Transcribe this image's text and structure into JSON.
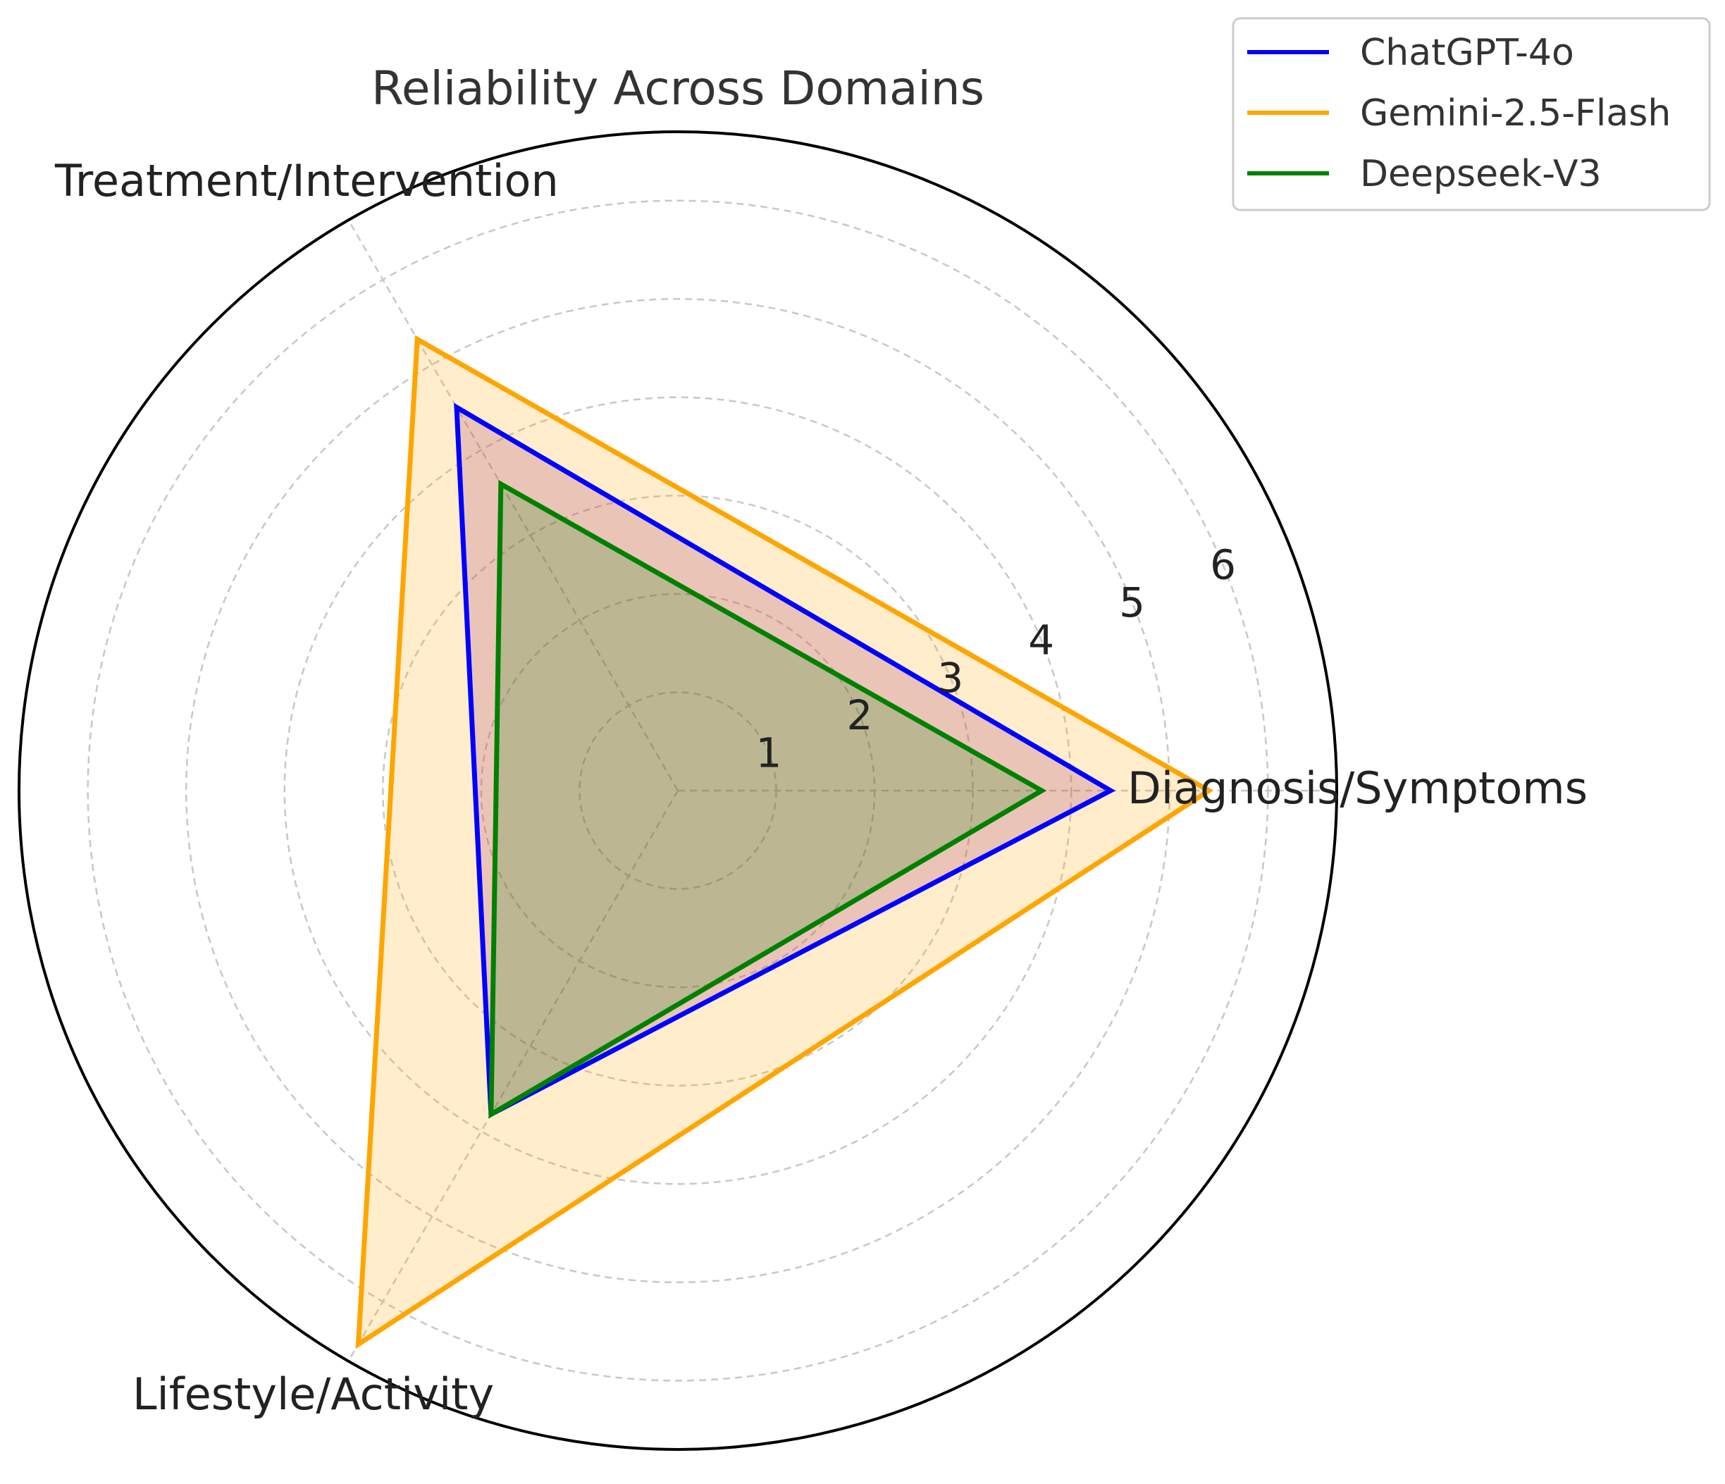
{
  "chart_data": {
    "type": "radar",
    "title": "Reliability Across Domains",
    "axes": [
      "Diagnosis/Symptoms",
      "Treatment/Intervention",
      "Lifestyle/Activity"
    ],
    "radial_ticks": [
      "1",
      "2",
      "3",
      "4",
      "5",
      "6"
    ],
    "rlim": [
      0,
      6.7
    ],
    "grid": true,
    "legend_position": "top-right",
    "series": [
      {
        "name": "ChatGPT-4o",
        "color": "#0000ff",
        "fill": "#800080",
        "fill_opacity": 0.2,
        "values": [
          4.4,
          4.5,
          3.8
        ]
      },
      {
        "name": "Gemini-2.5-Flash",
        "color": "#ffa500",
        "fill": "#ffa500",
        "fill_opacity": 0.2,
        "values": [
          5.4,
          5.3,
          6.5
        ]
      },
      {
        "name": "Deepseek-V3",
        "color": "#008000",
        "fill": "#008000",
        "fill_opacity": 0.2,
        "values": [
          3.7,
          3.6,
          3.8
        ]
      }
    ]
  }
}
